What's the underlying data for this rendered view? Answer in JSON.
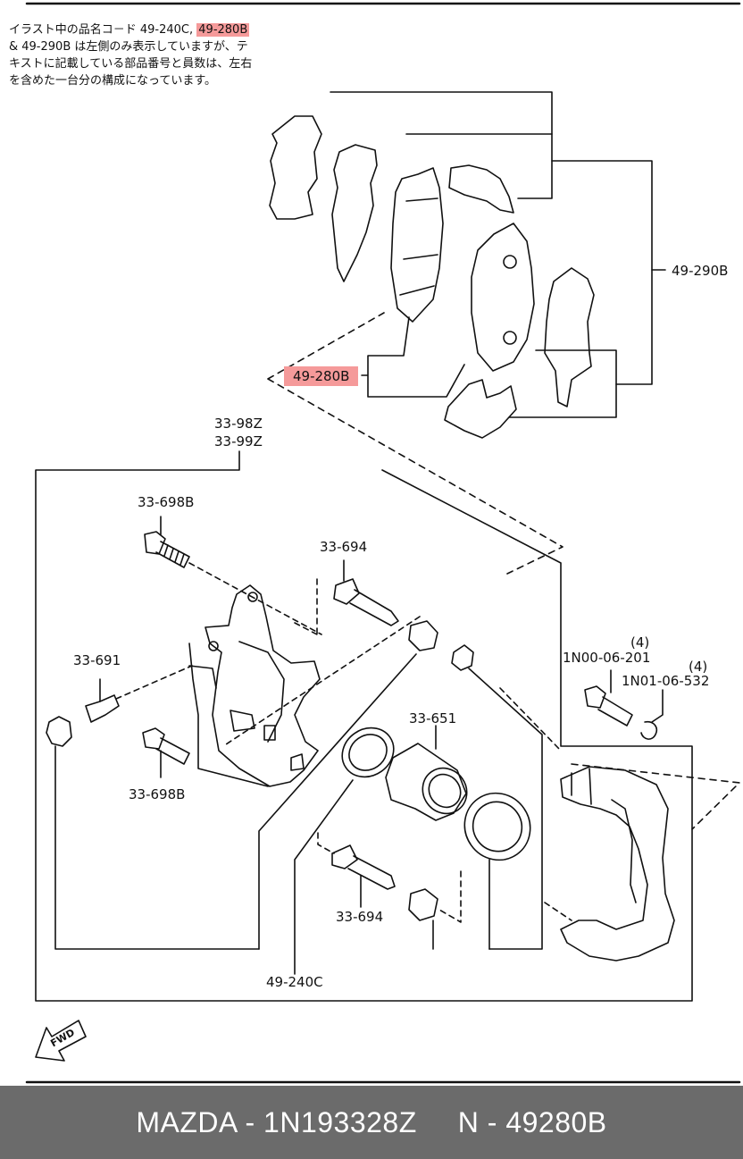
{
  "note": {
    "line1_prefix": "イラスト中の品名コ－ド 49-240C,",
    "line1_highlight": "49-280B",
    "line2": "& 49-290B は左側のみ表示していますが、テ",
    "line3": "キストに記載している部品番号と員数は、左右",
    "line4": "を含めた一台分の構成になっています。"
  },
  "labels": {
    "p49_290B": "49-290B",
    "p49_280B": "49-280B",
    "p33_98Z": "33-98Z",
    "p33_99Z": "33-99Z",
    "p33_698B_top": "33-698B",
    "p33_694_top": "33-694",
    "p33_691": "33-691",
    "p33_698B_bottom": "33-698B",
    "p33_651": "33-651",
    "p1N00_06_201": "1N00-06-201",
    "qty_201": "(4)",
    "p1N01_06_532": "1N01-06-532",
    "qty_532": "(4)",
    "p33_694_bottom": "33-694",
    "p49_240C": "49-240C",
    "fwd": "FWD"
  },
  "footer": {
    "part": "MAZDA - 1N193328Z",
    "code": "N - 49280B"
  }
}
